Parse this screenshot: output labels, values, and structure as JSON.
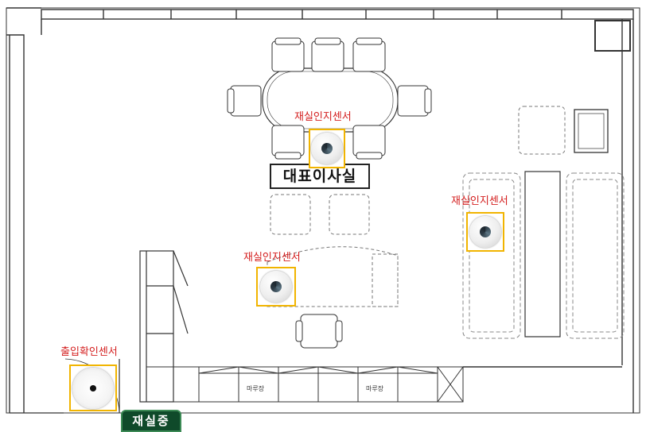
{
  "room": {
    "title": "대표이사실"
  },
  "sensors": [
    {
      "id": "presence-1",
      "label": "재실인지센서"
    },
    {
      "id": "presence-2",
      "label": "재실인지센서"
    },
    {
      "id": "presence-3",
      "label": "재실인지센서"
    },
    {
      "id": "entry",
      "label": "출입확인센서"
    }
  ],
  "furniture": {
    "cabinet_label_1": "마루장",
    "cabinet_label_2": "마루장"
  },
  "status": {
    "occupancy": "재실중"
  },
  "colors": {
    "sensor_label": "#d42020",
    "sensor_frame": "#f1b400",
    "badge_bg": "#0f4a2a"
  }
}
